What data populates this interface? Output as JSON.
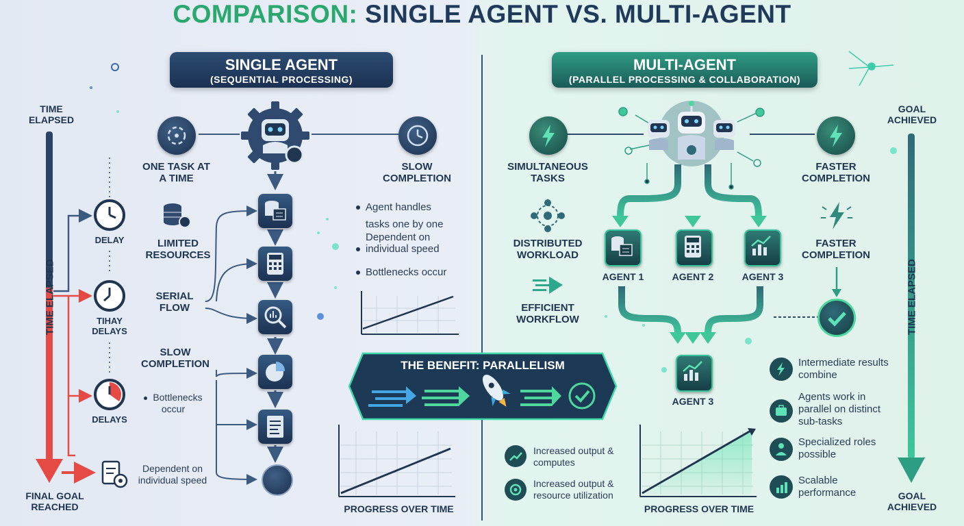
{
  "title": {
    "part1": "COMPARISON:",
    "part2": "SINGLE AGENT VS. MULTI-AGENT"
  },
  "single": {
    "banner_title": "SINGLE AGENT",
    "banner_sub": "(SEQUENTIAL PROCESSING)",
    "one_task": "ONE TASK AT A TIME",
    "slow_completion_top": "SLOW COMPLETION",
    "limited_resources": "LIMITED RESOURCES",
    "serial_flow": "SERIAL FLOW",
    "slow_completion": "SLOW COMPLETION",
    "notes": [
      "Agent handles",
      "tasks one by one",
      "Dependent on",
      "individual speed",
      "Bottlenecks occur"
    ],
    "chart_label": "PROGRESS OVER TIME"
  },
  "timeline_left": {
    "top_label": "TIME ELAPSED",
    "vertical_label": "TIME ELAPSED",
    "delay1": "DELAY",
    "delay2": "TIHAY DELAYS",
    "delay3": "DELAYS",
    "bottlenecks": "Bottlenecks occur",
    "dependent": "Dependent on individual speed",
    "final": "FINAL GOAL REACHED"
  },
  "multi": {
    "banner_title": "MULTI-AGENT",
    "banner_sub": "(PARALLEL PROCESSING & COLLABORATION)",
    "simultaneous": "SIMULTANEOUS TASKS",
    "faster1": "FASTER COMPLETION",
    "distributed": "DISTRIBUTED WORKLOAD",
    "faster2": "FASTER COMPLETION",
    "efficient": "EFFICIENT WORKFLOW",
    "agents": [
      "AGENT 1",
      "AGENT 2",
      "AGENT 3"
    ],
    "agent_out": "AGENT 3",
    "features": [
      {
        "text": "Intermediate results combine",
        "icon": "bolt-icon"
      },
      {
        "text": "Agents work in parallel on distinct sub-tasks",
        "icon": "briefcase-icon"
      },
      {
        "text": "Specialized roles possible",
        "icon": "people-icon"
      },
      {
        "text": "Scalable performance",
        "icon": "bar-chart-icon"
      }
    ],
    "bottom_notes": [
      "Increased output & computes",
      "Increased output & resource utilization"
    ],
    "chart_label": "PROGRESS OVER TIME"
  },
  "timeline_right": {
    "top_label": "GOAL ACHIEVED",
    "vertical_label": "TIME ELAPSED",
    "bottom_label": "GOAL ACHIEVED"
  },
  "benefit": {
    "title": "THE BENEFIT: PARALLELISM"
  },
  "colors": {
    "navy": "#1f3550",
    "green": "#2aa86f",
    "red": "#e54a45",
    "teal": "#2e9e83"
  }
}
